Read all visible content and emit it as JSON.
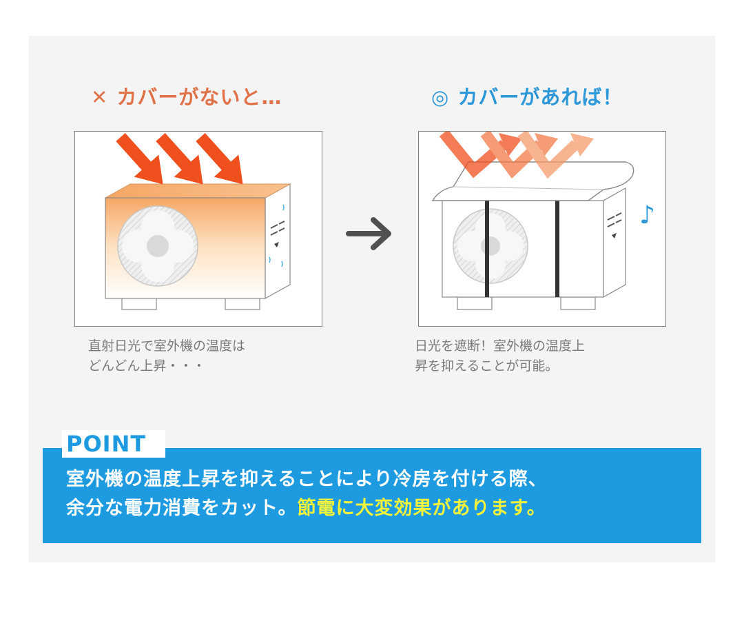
{
  "left": {
    "mark": "✕",
    "title": "カバーがないと…",
    "caption_line1": "直射日光で室外機の温度は",
    "caption_line2": "どんどん上昇・・・"
  },
  "right": {
    "mark": "◎",
    "title": "カバーがあれば！",
    "caption_line1": "日光を遮断！室外機の温度上",
    "caption_line2": "昇を抑えることが可能。"
  },
  "music_note": "♪",
  "point": {
    "label": "POINT",
    "line1": "室外機の温度上昇を抑えることにより冷房を付ける際、",
    "line2_plain": "余分な電力消費をカット。",
    "line2_highlight": "節電に大変効果があります。"
  },
  "colors": {
    "negative": "#e0724a",
    "positive": "#2d97d8",
    "point_bar": "#1e9be0",
    "highlight": "#f5f33a",
    "sun_ray": "#f0501e"
  }
}
